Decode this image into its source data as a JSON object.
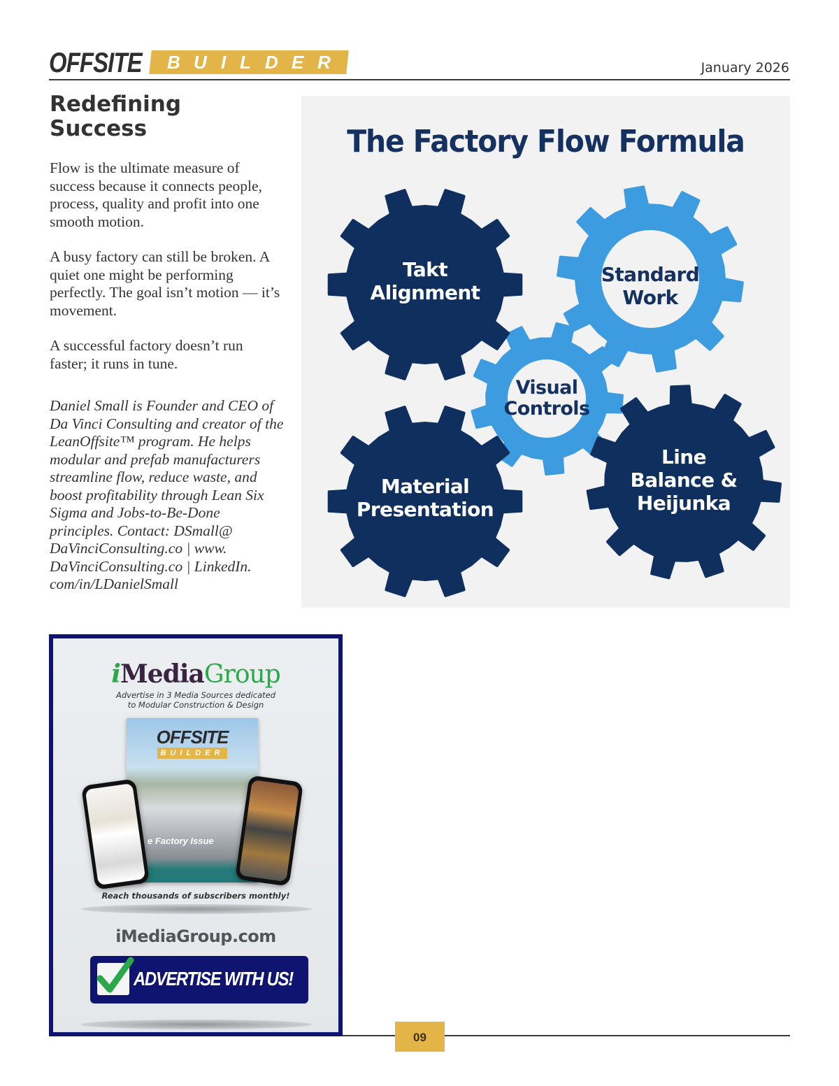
{
  "header": {
    "logo_word1": "OFFSITE",
    "logo_word2_letters": [
      "B",
      "U",
      "I",
      "L",
      "D",
      "E",
      "R"
    ],
    "issue_date": "January 2026"
  },
  "article": {
    "title_line1": "Redefining",
    "title_line2": "Success",
    "paragraphs": [
      "Flow is the ultimate measure of success because it connects people, process, quality and profit into one smooth motion.",
      "A busy factory can still be broken. A quiet one might be performing perfectly. The goal isn’t motion — it’s movement.",
      "A successful factory doesn’t run faster; it runs in tune."
    ],
    "bio": "Daniel Small is Founder and CEO of Da Vinci Consulting and creator of the LeanOffsite™ program. He helps modular and prefab manufacturers streamline flow, reduce waste, and boost profitability through Lean Six Sigma and Jobs-to-Be-Done principles. Contact: DSmall@ DaVinciConsulting.co | www. DaVinciConsulting.co | LinkedIn. com/in/LDanielSmall"
  },
  "infographic": {
    "title": "The Factory Flow Formula",
    "colors": {
      "dark": "#0f2f5e",
      "light": "#3d9be0",
      "background": "#f2f2f3"
    },
    "gears": [
      {
        "line1": "Takt",
        "line2": "Alignment",
        "style": "dark"
      },
      {
        "line1": "Standard",
        "line2": "Work",
        "style": "light"
      },
      {
        "line1": "Visual",
        "line2": "Controls",
        "style": "light"
      },
      {
        "line1": "Material",
        "line2": "Presentation",
        "style": "dark"
      },
      {
        "line1": "Line",
        "line2": "Balance &",
        "line3": "Heijunka",
        "style": "dark"
      }
    ]
  },
  "ad": {
    "brand_i": "i",
    "brand_media": "Media",
    "brand_group": "Group",
    "tagline_line1": "Advertise in 3 Media Sources dedicated",
    "tagline_line2": "to Modular Construction & Design",
    "cover_title": "OFFSITE",
    "cover_subtitle": "BUILDER",
    "cover_issue": "e Factory Issue",
    "reach_text": "Reach thousands of subscribers monthly!",
    "url": "iMediaGroup.com",
    "cta_label": "ADVERTISE WITH US!",
    "colors": {
      "border": "#0e1470",
      "green": "#2aa84a"
    }
  },
  "footer": {
    "page_number": "09",
    "accent_color": "#e3b548"
  }
}
